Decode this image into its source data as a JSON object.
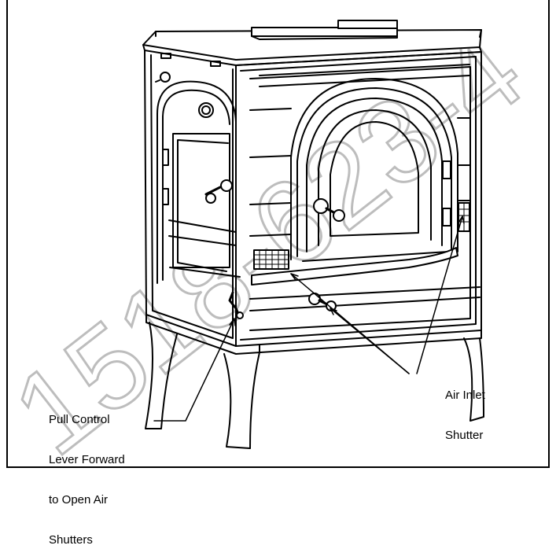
{
  "callouts": {
    "pull_lever": [
      "Pull Control",
      "Lever Forward",
      "to Open Air",
      "Shutters"
    ],
    "air_inlet": [
      "Air Inlet",
      "Shutter"
    ]
  },
  "watermark": {
    "text": "1518-623-4",
    "color": "#c8c8c8"
  },
  "colors": {
    "line": "#000000",
    "background": "#ffffff"
  }
}
